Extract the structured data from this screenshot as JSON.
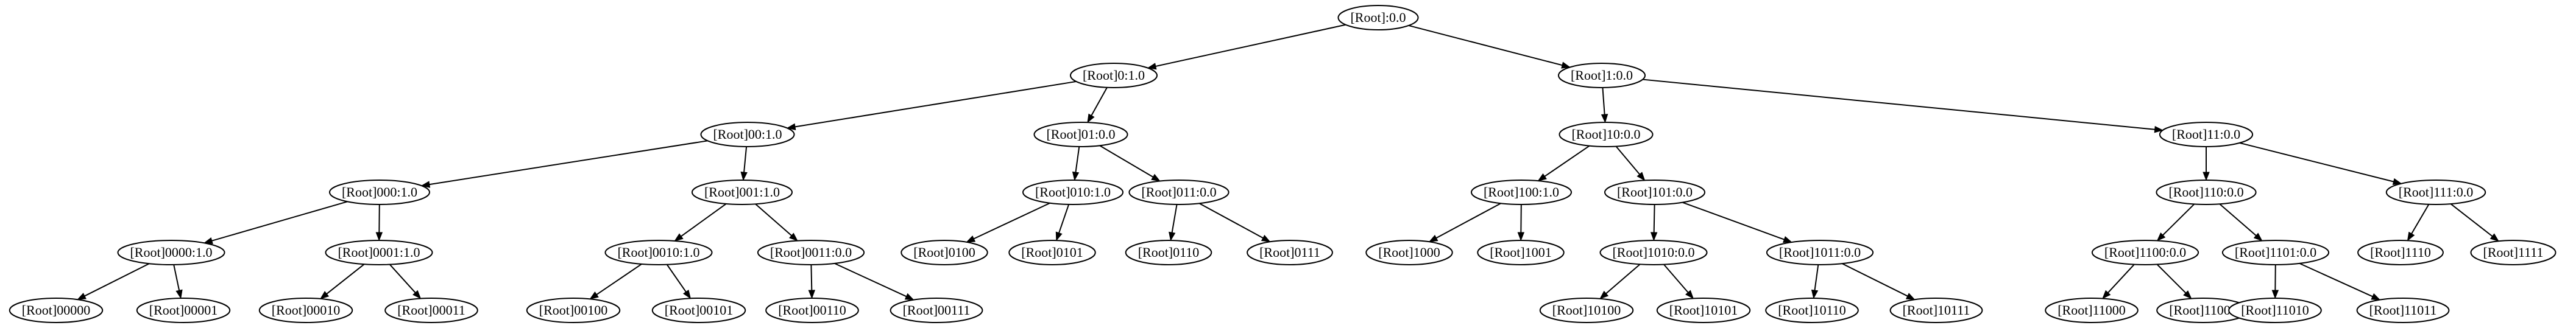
{
  "diagram": {
    "type": "tree",
    "nodes": [
      {
        "id": "root",
        "label": "[Root]:0.0"
      },
      {
        "id": "n0",
        "label": "[Root]0:1.0"
      },
      {
        "id": "n1",
        "label": "[Root]1:0.0"
      },
      {
        "id": "n00",
        "label": "[Root]00:1.0"
      },
      {
        "id": "n01",
        "label": "[Root]01:0.0"
      },
      {
        "id": "n10",
        "label": "[Root]10:0.0"
      },
      {
        "id": "n11",
        "label": "[Root]11:0.0"
      },
      {
        "id": "n000",
        "label": "[Root]000:1.0"
      },
      {
        "id": "n001",
        "label": "[Root]001:1.0"
      },
      {
        "id": "n010",
        "label": "[Root]010:1.0"
      },
      {
        "id": "n011",
        "label": "[Root]011:0.0"
      },
      {
        "id": "n100",
        "label": "[Root]100:1.0"
      },
      {
        "id": "n101",
        "label": "[Root]101:0.0"
      },
      {
        "id": "n110",
        "label": "[Root]110:0.0"
      },
      {
        "id": "n111",
        "label": "[Root]111:0.0"
      },
      {
        "id": "n0000",
        "label": "[Root]0000:1.0"
      },
      {
        "id": "n0001",
        "label": "[Root]0001:1.0"
      },
      {
        "id": "n0010",
        "label": "[Root]0010:1.0"
      },
      {
        "id": "n0011",
        "label": "[Root]0011:0.0"
      },
      {
        "id": "n0100",
        "label": "[Root]0100"
      },
      {
        "id": "n0101",
        "label": "[Root]0101"
      },
      {
        "id": "n0110",
        "label": "[Root]0110"
      },
      {
        "id": "n0111",
        "label": "[Root]0111"
      },
      {
        "id": "n1000",
        "label": "[Root]1000"
      },
      {
        "id": "n1001",
        "label": "[Root]1001"
      },
      {
        "id": "n1010",
        "label": "[Root]1010:0.0"
      },
      {
        "id": "n1011",
        "label": "[Root]1011:0.0"
      },
      {
        "id": "n1100",
        "label": "[Root]1100:0.0"
      },
      {
        "id": "n1101",
        "label": "[Root]1101:0.0"
      },
      {
        "id": "n1110",
        "label": "[Root]1110"
      },
      {
        "id": "n1111",
        "label": "[Root]1111"
      },
      {
        "id": "n00000",
        "label": "[Root]00000"
      },
      {
        "id": "n00001",
        "label": "[Root]00001"
      },
      {
        "id": "n00010",
        "label": "[Root]00010"
      },
      {
        "id": "n00011",
        "label": "[Root]00011"
      },
      {
        "id": "n00100",
        "label": "[Root]00100"
      },
      {
        "id": "n00101",
        "label": "[Root]00101"
      },
      {
        "id": "n00110",
        "label": "[Root]00110"
      },
      {
        "id": "n00111",
        "label": "[Root]00111"
      },
      {
        "id": "n10100",
        "label": "[Root]10100"
      },
      {
        "id": "n10101",
        "label": "[Root]10101"
      },
      {
        "id": "n10110",
        "label": "[Root]10110"
      },
      {
        "id": "n10111",
        "label": "[Root]10111"
      },
      {
        "id": "n11000",
        "label": "[Root]11000"
      },
      {
        "id": "n11001",
        "label": "[Root]11001"
      },
      {
        "id": "n11010",
        "label": "[Root]11010"
      },
      {
        "id": "n11011",
        "label": "[Root]11011"
      }
    ],
    "edges": [
      [
        "root",
        "n0"
      ],
      [
        "root",
        "n1"
      ],
      [
        "n0",
        "n00"
      ],
      [
        "n0",
        "n01"
      ],
      [
        "n1",
        "n10"
      ],
      [
        "n1",
        "n11"
      ],
      [
        "n00",
        "n000"
      ],
      [
        "n00",
        "n001"
      ],
      [
        "n01",
        "n010"
      ],
      [
        "n01",
        "n011"
      ],
      [
        "n10",
        "n100"
      ],
      [
        "n10",
        "n101"
      ],
      [
        "n11",
        "n110"
      ],
      [
        "n11",
        "n111"
      ],
      [
        "n000",
        "n0000"
      ],
      [
        "n000",
        "n0001"
      ],
      [
        "n001",
        "n0010"
      ],
      [
        "n001",
        "n0011"
      ],
      [
        "n010",
        "n0100"
      ],
      [
        "n010",
        "n0101"
      ],
      [
        "n011",
        "n0110"
      ],
      [
        "n011",
        "n0111"
      ],
      [
        "n100",
        "n1000"
      ],
      [
        "n100",
        "n1001"
      ],
      [
        "n101",
        "n1010"
      ],
      [
        "n101",
        "n1011"
      ],
      [
        "n110",
        "n1100"
      ],
      [
        "n110",
        "n1101"
      ],
      [
        "n111",
        "n1110"
      ],
      [
        "n111",
        "n1111"
      ],
      [
        "n0000",
        "n00000"
      ],
      [
        "n0000",
        "n00001"
      ],
      [
        "n0001",
        "n00010"
      ],
      [
        "n0001",
        "n00011"
      ],
      [
        "n0010",
        "n00100"
      ],
      [
        "n0010",
        "n00101"
      ],
      [
        "n0011",
        "n00110"
      ],
      [
        "n0011",
        "n00111"
      ],
      [
        "n1010",
        "n10100"
      ],
      [
        "n1010",
        "n10101"
      ],
      [
        "n1011",
        "n10110"
      ],
      [
        "n1011",
        "n10111"
      ],
      [
        "n1100",
        "n11000"
      ],
      [
        "n1100",
        "n11001"
      ],
      [
        "n1101",
        "n11010"
      ],
      [
        "n1101",
        "n11011"
      ]
    ]
  }
}
